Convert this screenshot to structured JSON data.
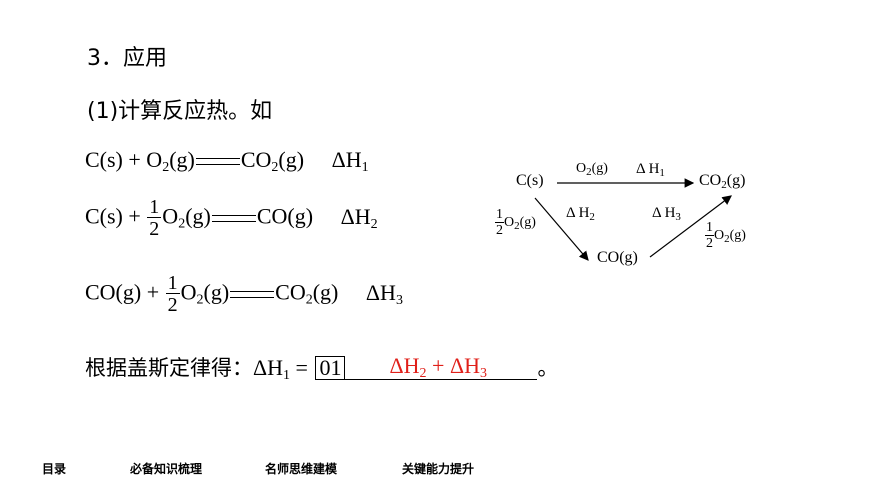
{
  "heading": "3．应用",
  "subheading": "(1)计算反应热。如",
  "equations": [
    {
      "lhs": "C(s) + O",
      "o2_sub": "2",
      "o2_tail": "(g)",
      "rhs": "CO",
      "rhs_sub": "2",
      "rhs_tail": "(g)",
      "dh_sub": "1"
    },
    {
      "lhs": "C(s) + ",
      "frac_num": "1",
      "frac_den": "2",
      "o2": "O",
      "o2_sub": "2",
      "o2_tail": "(g)",
      "rhs": "CO(g)",
      "dh_sub": "2"
    },
    {
      "lhs": "CO(g) + ",
      "frac_num": "1",
      "frac_den": "2",
      "o2": "O",
      "o2_sub": "2",
      "o2_tail": "(g)",
      "rhs": "CO",
      "rhs_sub": "2",
      "rhs_tail": "(g)",
      "dh_sub": "3"
    }
  ],
  "delta_h": "ΔH",
  "conclusion": {
    "prefix": "根据盖斯定律得：",
    "lhs_sub": "1",
    "equals": " = ",
    "box_label": "01",
    "answer_a_sub": "2",
    "answer_plus": " + ",
    "answer_b_sub": "3",
    "end_mark": "。"
  },
  "diagram": {
    "start": "C(s)",
    "end": "CO",
    "end_sub": "2",
    "end_tail": "(g)",
    "middle": "CO(g)",
    "top_label": "O",
    "top_label_sub": "2",
    "top_label_tail": "(g)",
    "dh1": "Δ H",
    "dh1_sub": "1",
    "dh2": "Δ H",
    "dh2_sub": "2",
    "dh3": "Δ H",
    "dh3_sub": "3",
    "left_num": "1",
    "left_den": "2",
    "left_o2": "O",
    "left_o2_sub": "2",
    "left_o2_tail": "(g)",
    "right_num": "1",
    "right_den": "2",
    "right_o2": "O",
    "right_o2_sub": "2",
    "right_o2_tail": "(g)"
  },
  "nav": [
    "目录",
    "必备知识梳理",
    "名师思维建模",
    "关键能力提升"
  ],
  "colors": {
    "answer": "#e0201a"
  }
}
